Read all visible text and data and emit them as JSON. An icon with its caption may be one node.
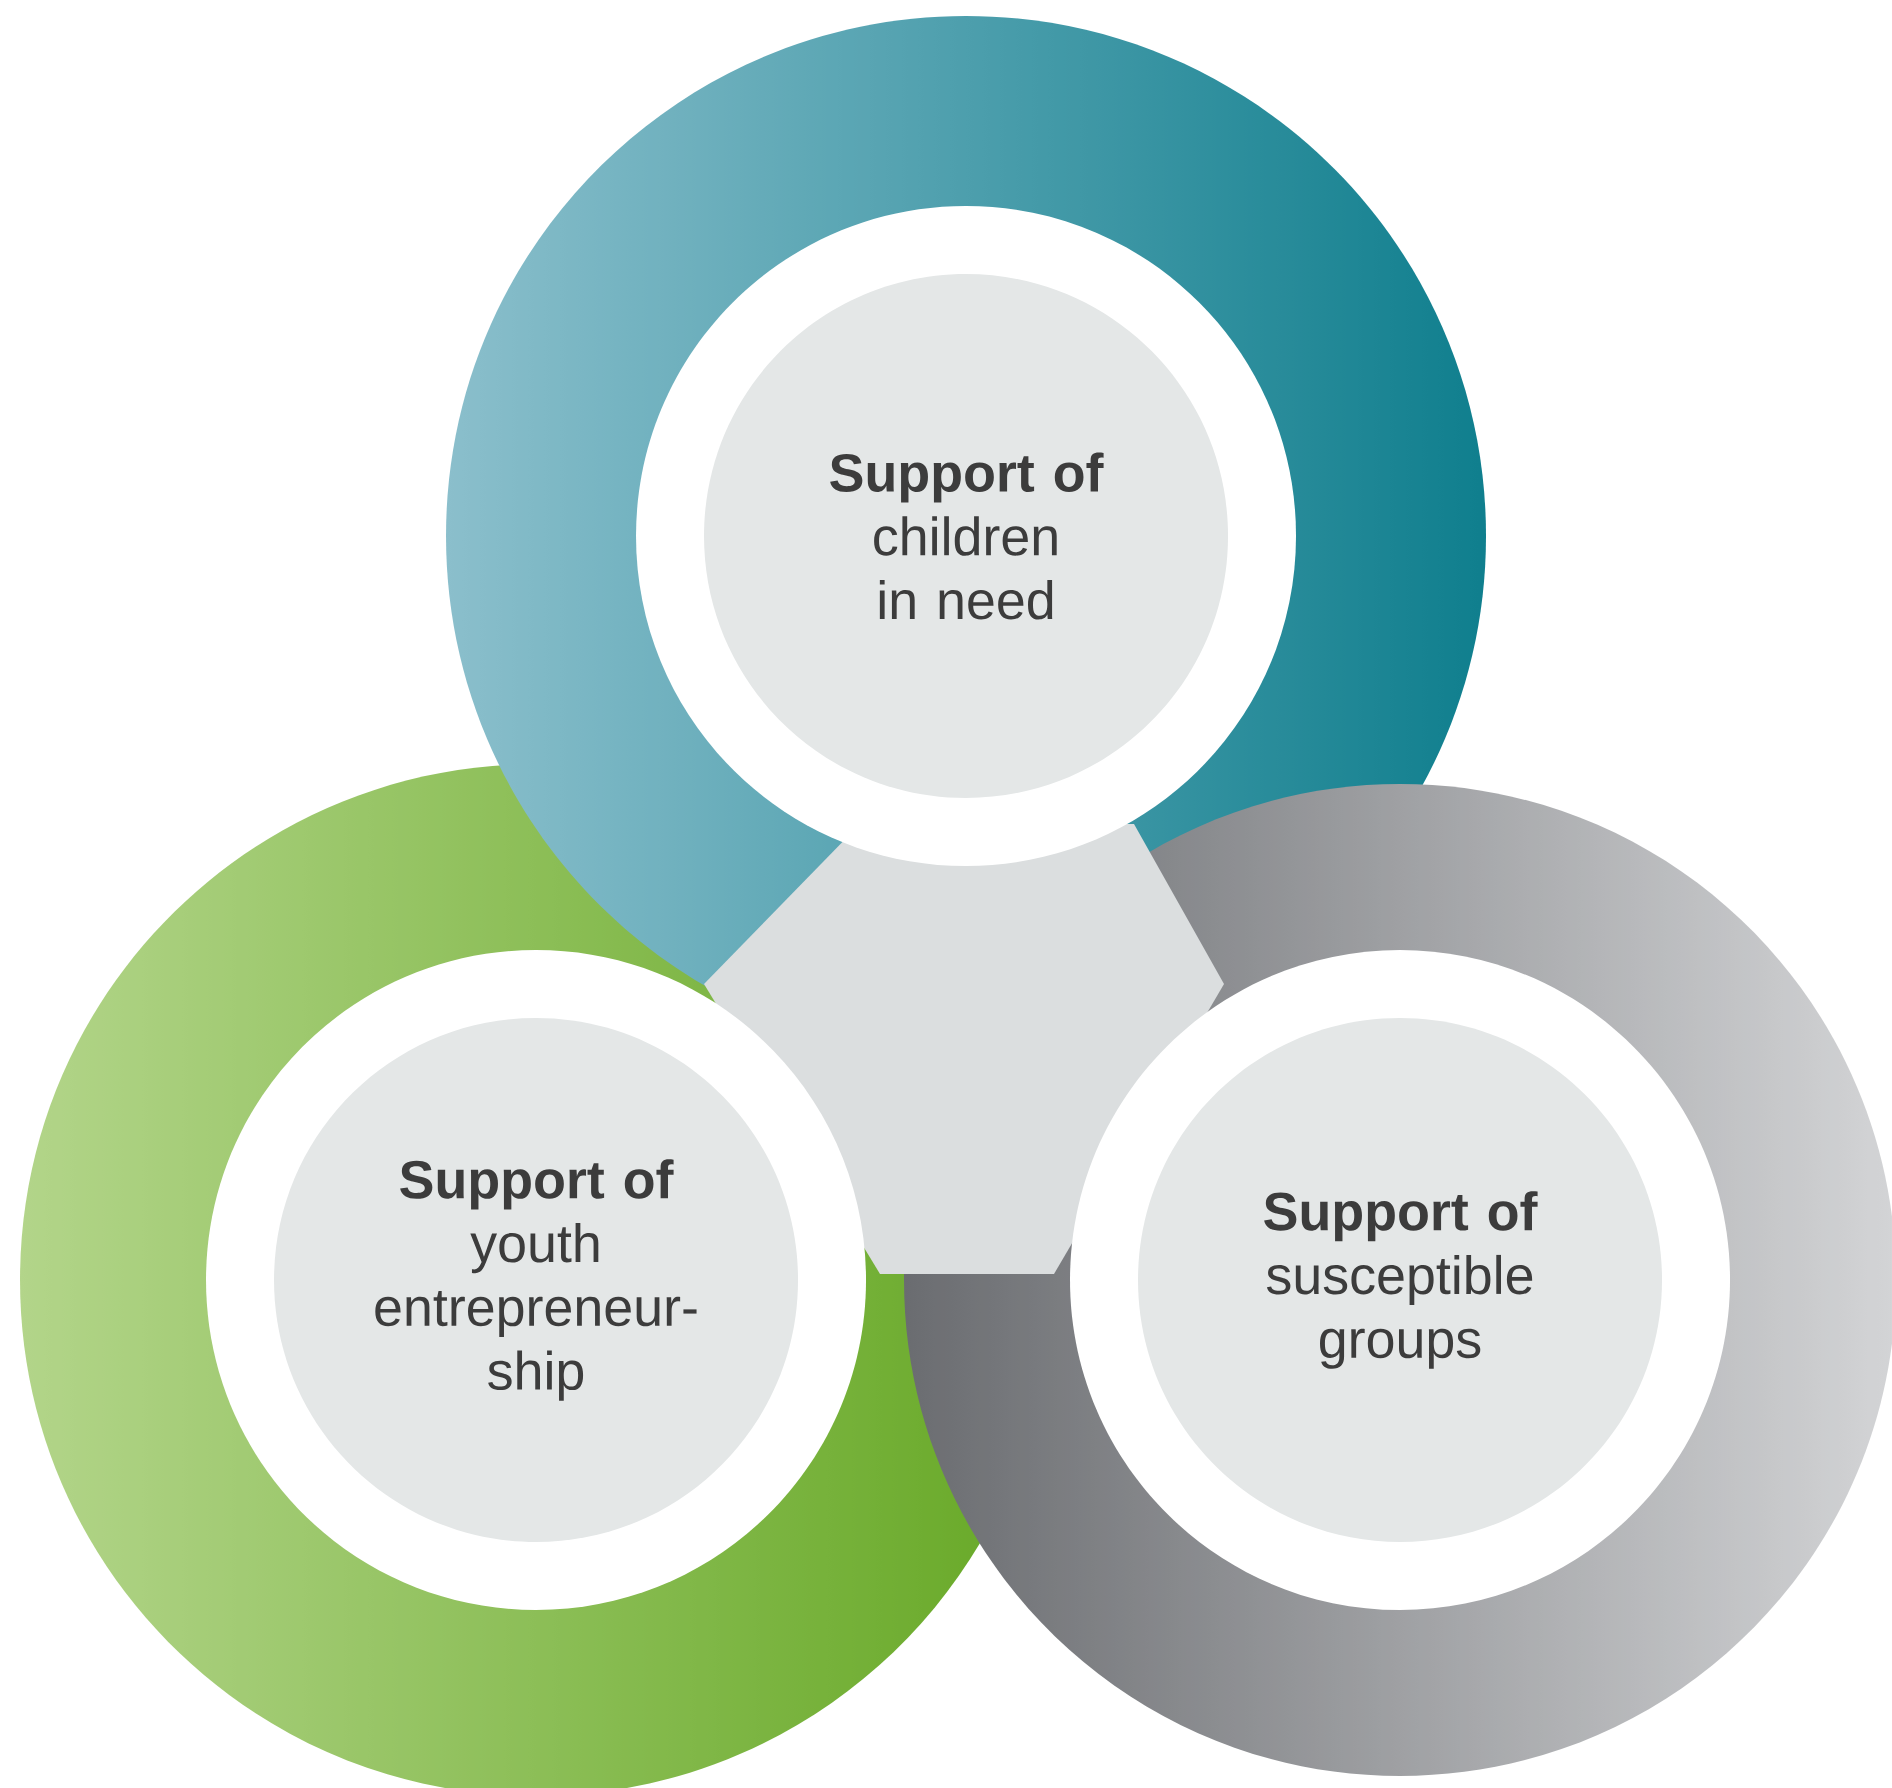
{
  "diagram": {
    "nodes": [
      {
        "text": [
          "Support of",
          "children in need"
        ]
      },
      {
        "text": [
          "Support of",
          "youth entrepreneur-ship"
        ]
      },
      {
        "text": [
          "Support of",
          "susceptible groups"
        ]
      },
      {
        "text": [],
        "shape": "triangle"
      }
    ]
  }
}
